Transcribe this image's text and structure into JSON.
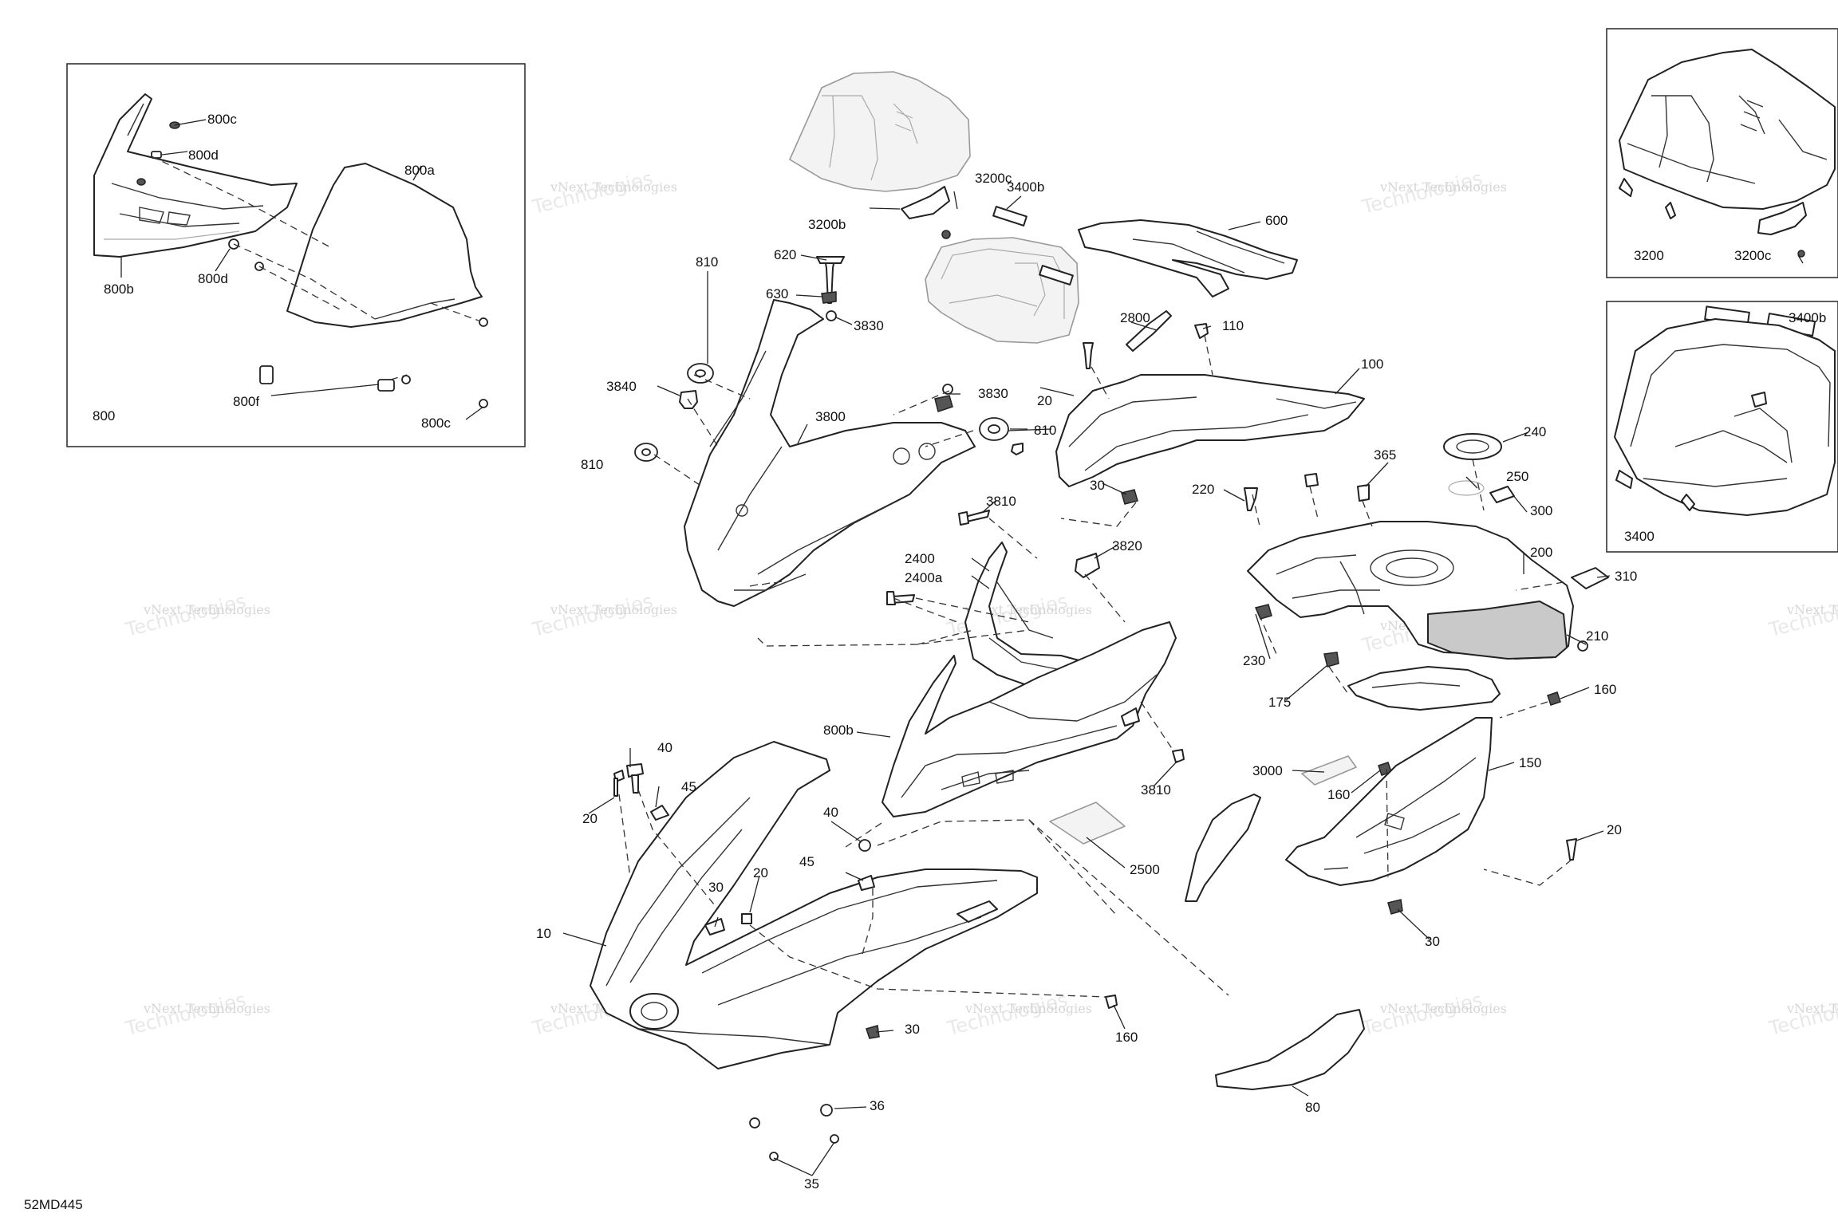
{
  "diagram": {
    "code": "52MD445",
    "watermark": {
      "line1": "vNext Technologies",
      "line2": "Technologies"
    },
    "insets": {
      "windshield": {
        "label": "800"
      },
      "cover": {
        "label": "3200"
      },
      "box": {
        "label": "3400"
      }
    },
    "callouts": [
      {
        "id": "800c_a",
        "text": "800c"
      },
      {
        "id": "800d_a",
        "text": "800d"
      },
      {
        "id": "800a",
        "text": "800a"
      },
      {
        "id": "800b_a",
        "text": "800b"
      },
      {
        "id": "800d_b",
        "text": "800d"
      },
      {
        "id": "800f",
        "text": "800f"
      },
      {
        "id": "800c_b",
        "text": "800c"
      },
      {
        "id": "3200c_a",
        "text": "3200c"
      },
      {
        "id": "3400b_a",
        "text": "3400b"
      },
      {
        "id": "3200b",
        "text": "3200b"
      },
      {
        "id": "600",
        "text": "600"
      },
      {
        "id": "810_a",
        "text": "810"
      },
      {
        "id": "620",
        "text": "620"
      },
      {
        "id": "630",
        "text": "630"
      },
      {
        "id": "3830_a",
        "text": "3830"
      },
      {
        "id": "2800",
        "text": "2800"
      },
      {
        "id": "110",
        "text": "110"
      },
      {
        "id": "100",
        "text": "100"
      },
      {
        "id": "3840",
        "text": "3840"
      },
      {
        "id": "3800",
        "text": "3800"
      },
      {
        "id": "3830_b",
        "text": "3830"
      },
      {
        "id": "20_a",
        "text": "20"
      },
      {
        "id": "810_b",
        "text": "810"
      },
      {
        "id": "810_c",
        "text": "810"
      },
      {
        "id": "240",
        "text": "240"
      },
      {
        "id": "365",
        "text": "365"
      },
      {
        "id": "250",
        "text": "250"
      },
      {
        "id": "220",
        "text": "220"
      },
      {
        "id": "30_a",
        "text": "30"
      },
      {
        "id": "3810_a",
        "text": "3810"
      },
      {
        "id": "300",
        "text": "300"
      },
      {
        "id": "3820",
        "text": "3820"
      },
      {
        "id": "200",
        "text": "200"
      },
      {
        "id": "2400",
        "text": "2400"
      },
      {
        "id": "2400a",
        "text": "2400a"
      },
      {
        "id": "310",
        "text": "310"
      },
      {
        "id": "210",
        "text": "210"
      },
      {
        "id": "230",
        "text": "230"
      },
      {
        "id": "175",
        "text": "175"
      },
      {
        "id": "160_a",
        "text": "160"
      },
      {
        "id": "800b_b",
        "text": "800b"
      },
      {
        "id": "3000",
        "text": "3000"
      },
      {
        "id": "150",
        "text": "150"
      },
      {
        "id": "40_a",
        "text": "40"
      },
      {
        "id": "45_a",
        "text": "45"
      },
      {
        "id": "160_b",
        "text": "160"
      },
      {
        "id": "3810_b",
        "text": "3810"
      },
      {
        "id": "20_b",
        "text": "20"
      },
      {
        "id": "40_b",
        "text": "40"
      },
      {
        "id": "20_c",
        "text": "20"
      },
      {
        "id": "45_b",
        "text": "45"
      },
      {
        "id": "20_d",
        "text": "20"
      },
      {
        "id": "2500",
        "text": "2500"
      },
      {
        "id": "30_b",
        "text": "30"
      },
      {
        "id": "10",
        "text": "10"
      },
      {
        "id": "30_c",
        "text": "30"
      },
      {
        "id": "30_d",
        "text": "30"
      },
      {
        "id": "160_c",
        "text": "160"
      },
      {
        "id": "36",
        "text": "36"
      },
      {
        "id": "80",
        "text": "80"
      },
      {
        "id": "35",
        "text": "35"
      }
    ],
    "inset_callouts": [
      {
        "id": "3200c_b",
        "text": "3200c"
      },
      {
        "id": "3400b_b",
        "text": "3400b"
      }
    ]
  }
}
